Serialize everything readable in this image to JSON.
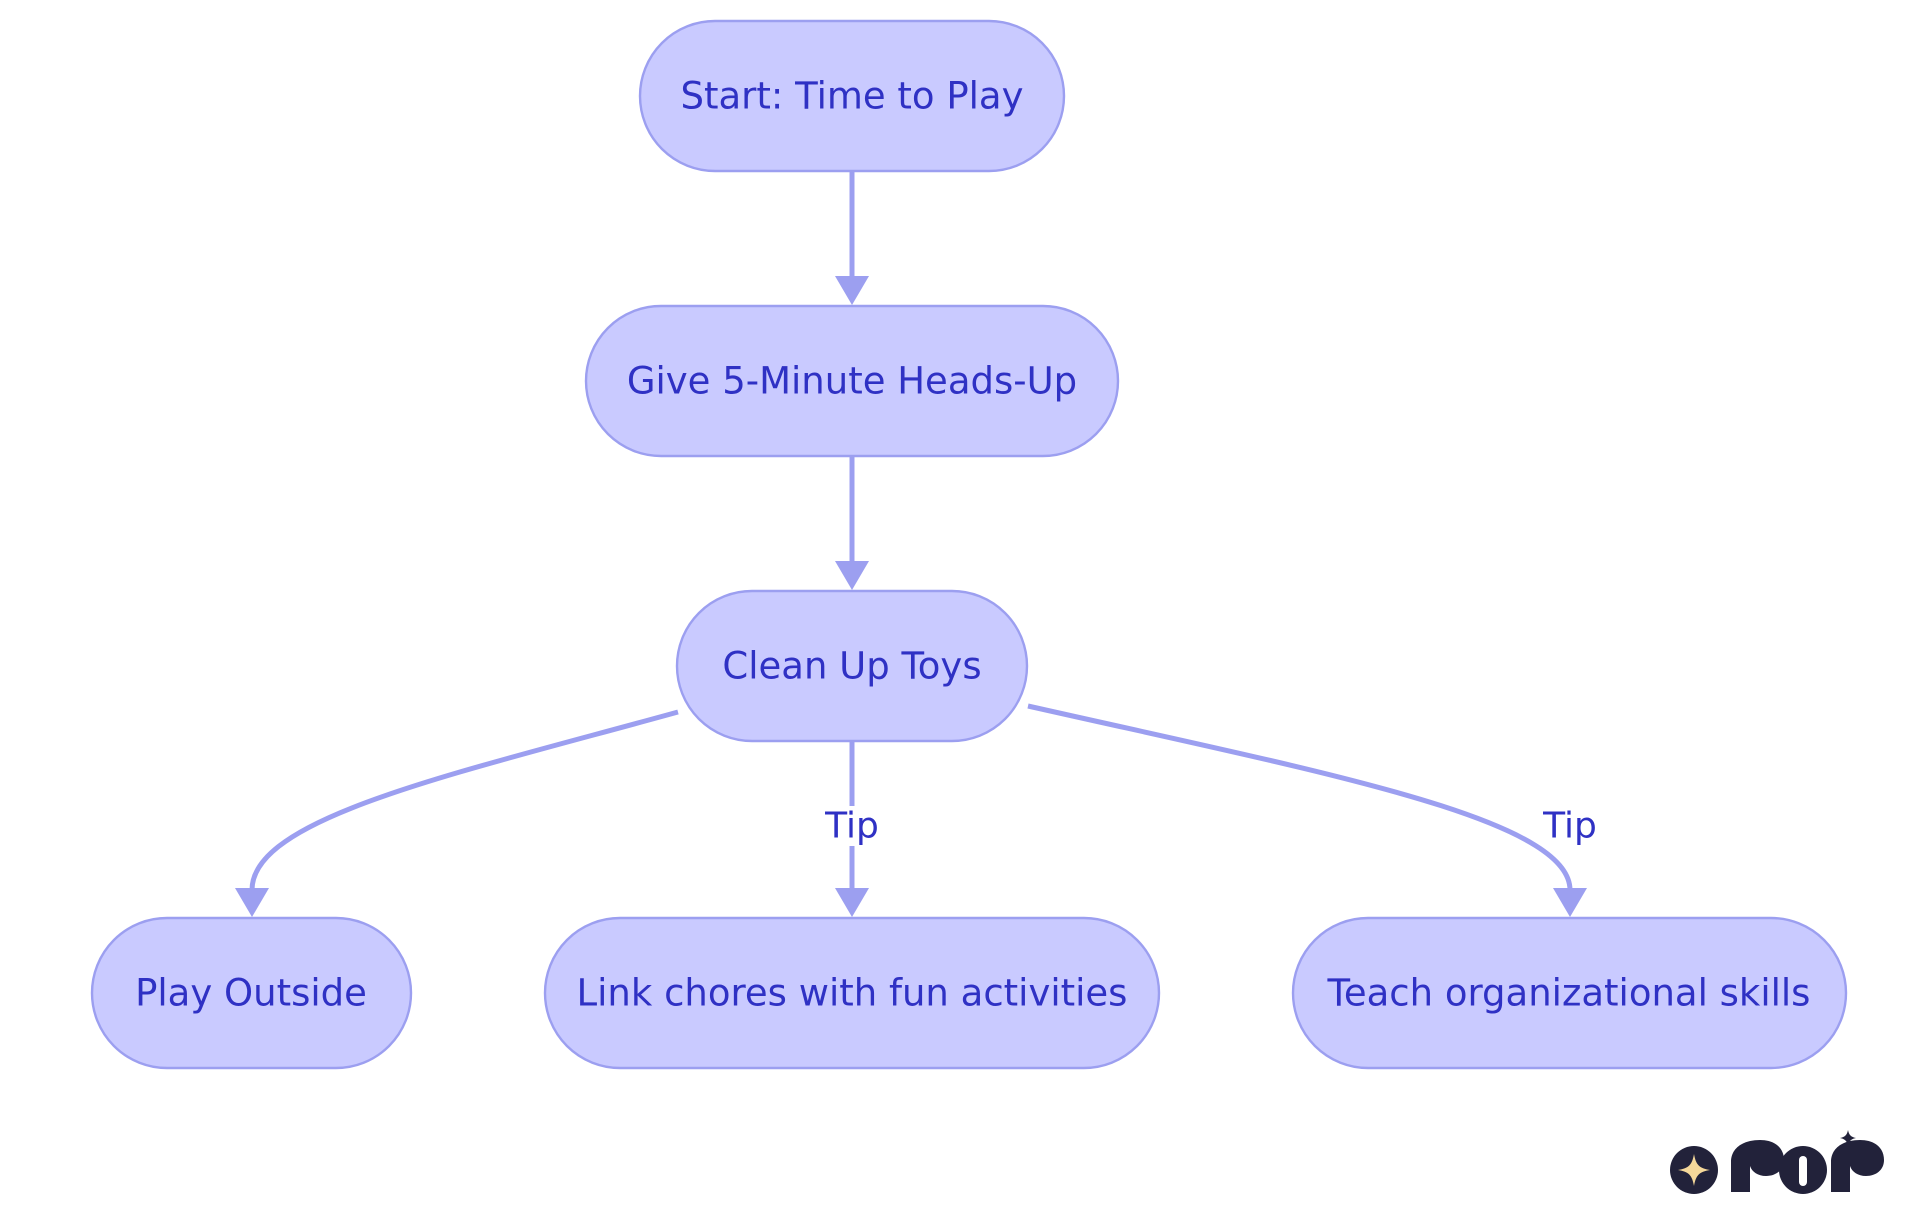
{
  "diagram": {
    "nodes": [
      {
        "id": "start",
        "label": "Start: Time to Play"
      },
      {
        "id": "heads_up",
        "label": "Give 5-Minute Heads-Up"
      },
      {
        "id": "clean_up",
        "label": "Clean Up Toys"
      },
      {
        "id": "play_outside",
        "label": "Play Outside"
      },
      {
        "id": "link_chores",
        "label": "Link chores with fun activities"
      },
      {
        "id": "teach_skills",
        "label": "Teach organizational skills"
      }
    ],
    "edges": [
      {
        "from": "start",
        "to": "heads_up",
        "label": ""
      },
      {
        "from": "heads_up",
        "to": "clean_up",
        "label": ""
      },
      {
        "from": "clean_up",
        "to": "play_outside",
        "label": ""
      },
      {
        "from": "clean_up",
        "to": "link_chores",
        "label": "Tip"
      },
      {
        "from": "clean_up",
        "to": "teach_skills",
        "label": "Tip"
      }
    ]
  },
  "colors": {
    "node_fill": "#c9caff",
    "node_stroke": "#9c9ff0",
    "text": "#2f31c4",
    "edge": "#9c9ff0"
  },
  "logo": {
    "text": "rori",
    "icon": "sparkle-icon"
  }
}
